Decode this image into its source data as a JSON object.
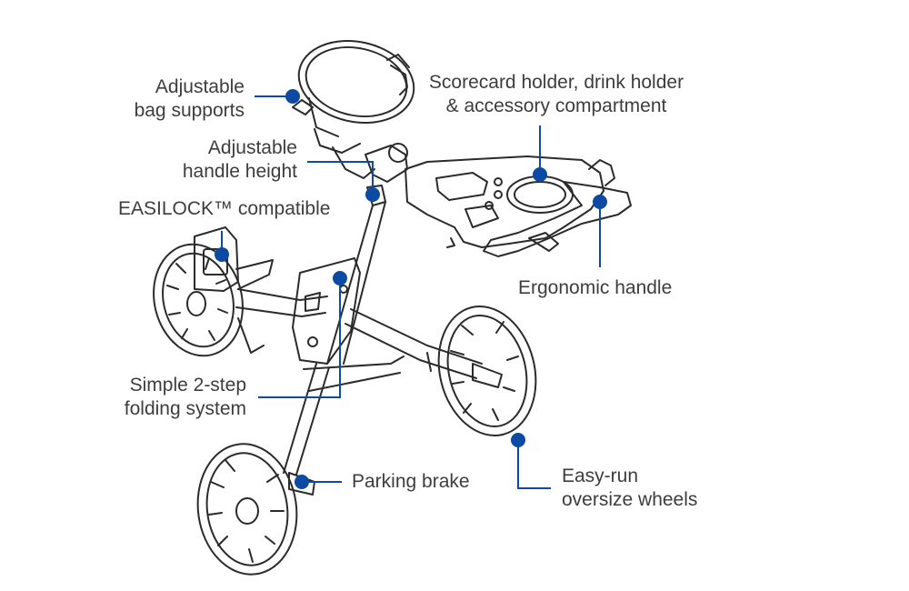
{
  "colors": {
    "accent": "#0d4aa3",
    "line_art": "#2b2b2b",
    "text": "#3d3d3d",
    "background": "#ffffff"
  },
  "callouts": {
    "bag_supports": [
      "Adjustable",
      "bag supports"
    ],
    "scorecard": [
      "Scorecard holder, drink holder",
      "& accessory compartment"
    ],
    "handle_height": [
      "Adjustable",
      "handle height"
    ],
    "easilock": [
      "EASILOCK™ compatible"
    ],
    "ergonomic_handle": [
      "Ergonomic handle"
    ],
    "folding_system": [
      "Simple 2-step",
      "folding system"
    ],
    "parking_brake": [
      "Parking brake"
    ],
    "wheels": [
      "Easy-run",
      "oversize wheels"
    ]
  }
}
